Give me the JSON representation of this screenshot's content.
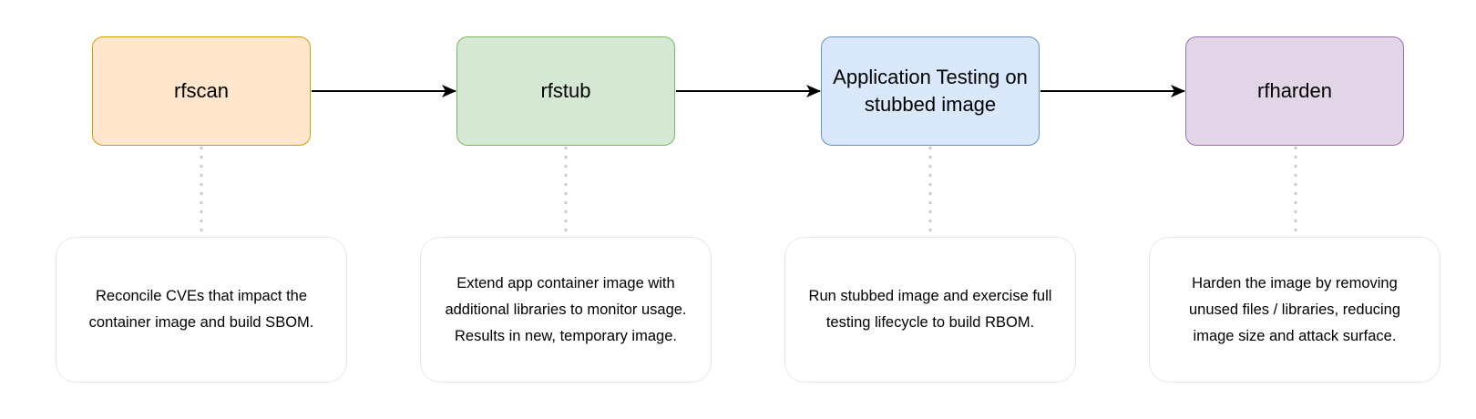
{
  "colors": {
    "rfscan_fill": "#ffe6cc",
    "rfscan_stroke": "#d79b00",
    "rfstub_fill": "#d5e8d4",
    "rfstub_stroke": "#82b366",
    "testing_fill": "#dae8fc",
    "testing_stroke": "#6c8ebf",
    "rfharden_fill": "#e1d5e7",
    "rfharden_stroke": "#9673a6",
    "connector": "#000000",
    "dotted_link": "#cccccc",
    "note_border": "#e6e6e6"
  },
  "stages": {
    "rfscan": {
      "label": "rfscan"
    },
    "rfstub": {
      "label": "rfstub"
    },
    "testing": {
      "label": "Application Testing on stubbed image"
    },
    "rfharden": {
      "label": "rfharden"
    }
  },
  "notes": {
    "rfscan": {
      "lines": [
        "Reconcile CVEs that impact the",
        "container image and build SBOM."
      ]
    },
    "rfstub": {
      "lines": [
        "Extend app container image with",
        "additional libraries to monitor usage.",
        "Results in new, temporary image."
      ]
    },
    "testing": {
      "lines": [
        "Run stubbed image and exercise full",
        "testing lifecycle to build RBOM."
      ]
    },
    "rfharden": {
      "lines": [
        "Harden the image by removing",
        "unused files / libraries, reducing",
        "image size and attack surface."
      ]
    }
  }
}
